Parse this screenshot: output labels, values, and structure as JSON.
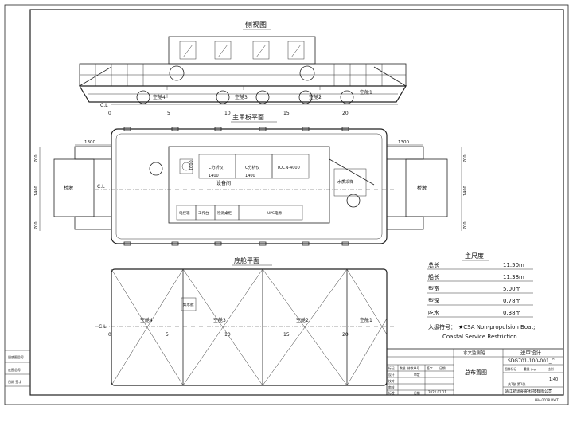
{
  "views": {
    "side_title": "侧视图",
    "deck_title": "主甲板平面",
    "bottom_title": "底舱平面"
  },
  "side_view": {
    "cl": "C.L",
    "scale_ticks": [
      "0",
      "5",
      "10",
      "15",
      "20"
    ],
    "tank_labels": [
      "空舱4",
      "空舱3",
      "空舱2",
      "空舱1"
    ]
  },
  "deck_plan": {
    "dims": {
      "top_left": "1300",
      "top_right": "1300",
      "left_top": "700",
      "left_mid": "1400",
      "left_bot": "700",
      "right_top": "700",
      "right_mid": "1400",
      "right_bot": "700",
      "bench_a": "1400",
      "bench_b": "1400",
      "mid_v": "1000"
    },
    "left_pier": "桥墩",
    "right_pier": "桥墩",
    "cl": "C.L",
    "equipment_room": "设备间",
    "cabinets": [
      "C分析仪",
      "C分析仪",
      "TOCN-4000"
    ],
    "bottom_units": [
      "电控箱",
      "工作台",
      "检测桌柜",
      "UPS电源"
    ],
    "right_label": "水质采样"
  },
  "bottom_plan": {
    "cl": "C.L",
    "scale_ticks": [
      "0",
      "5",
      "10",
      "15",
      "20"
    ],
    "tank_labels": [
      "空舱4",
      "空舱3",
      "空舱2",
      "空舱1"
    ],
    "hatch": "集水舱"
  },
  "particulars": {
    "title": "主尺度",
    "rows": [
      {
        "label": "总长",
        "value": "11.50m"
      },
      {
        "label": "船长",
        "value": "11.38m"
      },
      {
        "label": "型宽",
        "value": "5.00m"
      },
      {
        "label": "型深",
        "value": "0.78m"
      },
      {
        "label": "吃水",
        "value": "0.38m"
      }
    ],
    "class_label": "入级符号：",
    "class_line1": "★CSA Non-propulsion Boat;",
    "class_line2": "Coastal Service Restriction"
  },
  "title_block": {
    "project": "水文监测船",
    "stage": "送审设计",
    "drawing_no": "SDG701-100-001_C",
    "drawing_name": "总布置图",
    "scale": "1:40",
    "company": "靖江航运船舶科技有限公司",
    "date": "2022.01.11",
    "row_labels": [
      "标记",
      "数量",
      "修改单号",
      "签字",
      "日期"
    ],
    "sign_labels": [
      "设计",
      "校对",
      "审核",
      "标检",
      "审定",
      "日期"
    ],
    "meta_labels": [
      "图样标记",
      "重量 (kg)",
      "比例"
    ],
    "sheet_info": "共1张  第1张"
  },
  "left_strip": {
    "labels": [
      "旧底图总号",
      "底图总号",
      "日期  签字"
    ]
  },
  "corner_note": "Hikv2018.DWT"
}
